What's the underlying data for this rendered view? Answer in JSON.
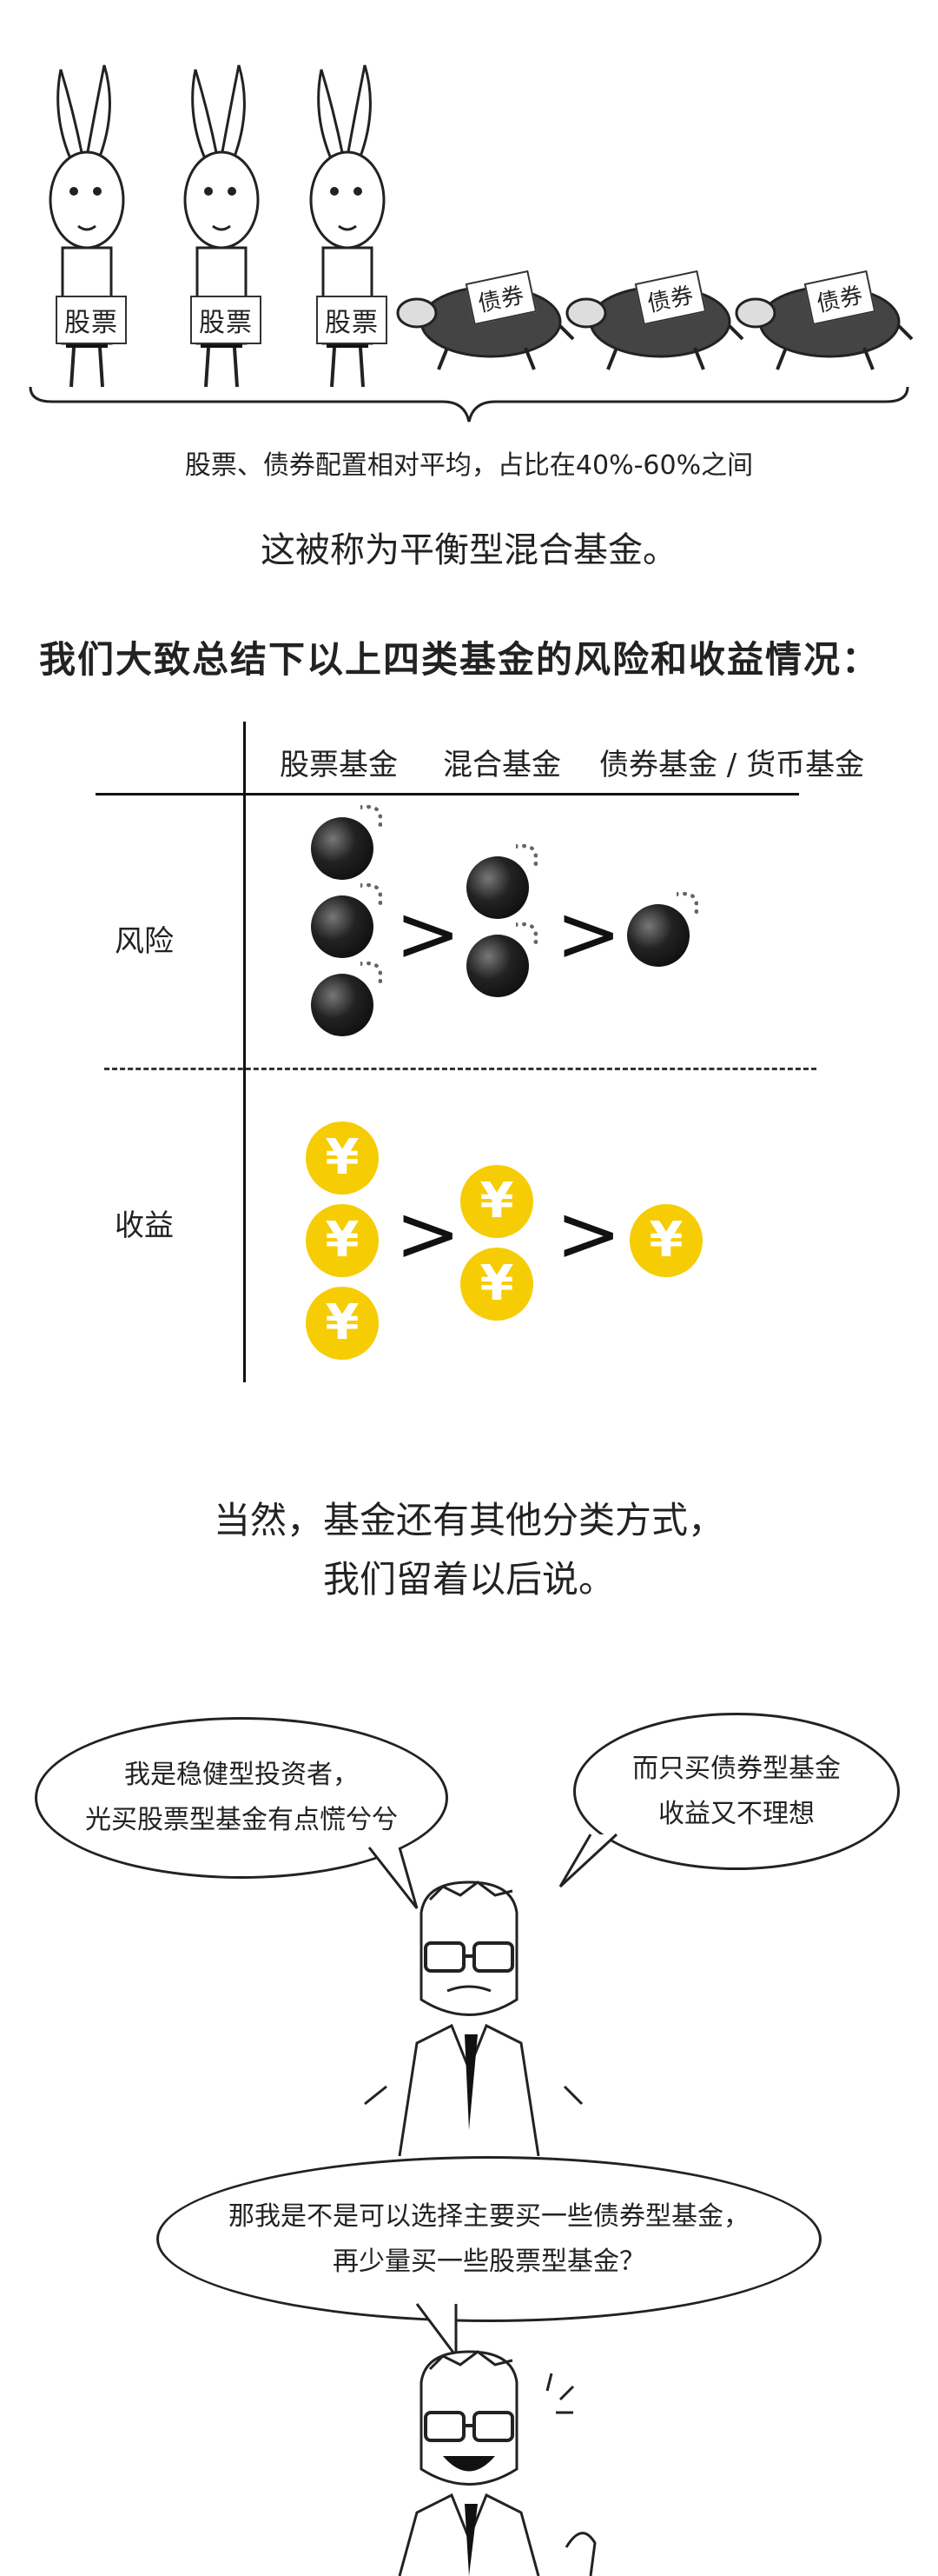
{
  "section_one": {
    "rabbit_sign": "股票",
    "turtle_sign": "债券",
    "brace_caption": "股票、债券配置相对平均，占比在40%-60%之间",
    "subtitle": "这被称为平衡型混合基金。"
  },
  "summary_heading": "我们大致总结下以上四类基金的风险和收益情况：",
  "table": {
    "columns": [
      "股票基金",
      "混合基金",
      "债券基金 / 货币基金"
    ],
    "rows": [
      "风险",
      "收益"
    ],
    "risk_counts": [
      3,
      2,
      1
    ],
    "return_counts": [
      3,
      2,
      1
    ],
    "symbol_gt": ">",
    "coin_symbol": "¥"
  },
  "note": {
    "line1": "当然，基金还有其他分类方式，",
    "line2": "我们留着以后说。"
  },
  "dialogue": {
    "bubble_left_line1": "我是稳健型投资者，",
    "bubble_left_line2": "光买股票型基金有点慌兮兮",
    "bubble_right_line1": "而只买债券型基金",
    "bubble_right_line2": "收益又不理想",
    "bubble_bottom_line1": "那我是不是可以选择主要买一些债券型基金，",
    "bubble_bottom_line2": "再少量买一些股票型基金？"
  },
  "colors": {
    "coin": "#f6cd05",
    "bomb": "#111111",
    "text": "#222222"
  }
}
